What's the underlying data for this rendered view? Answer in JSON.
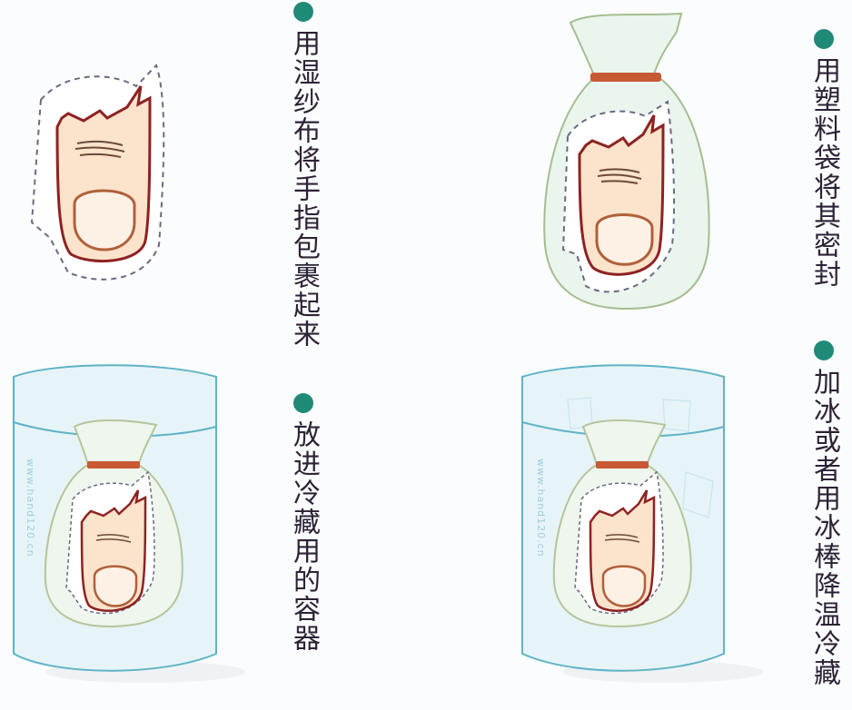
{
  "steps": [
    {
      "caption": "用湿纱布将手指包裹起来",
      "illustration": "finger-wrapped-in-gauze"
    },
    {
      "caption": "用塑料袋将其密封",
      "illustration": "wrapped-finger-sealed-in-plastic-bag"
    },
    {
      "caption": "放进冷藏用的容器",
      "illustration": "bagged-finger-in-cold-container"
    },
    {
      "caption": "加冰或者用冰棒降温冷藏",
      "illustration": "bagged-finger-in-container-with-ice"
    }
  ],
  "watermark": "www.hand120.cn",
  "colors": {
    "bullet": "#1f8a78",
    "text": "#2d2236",
    "finger_fill": "#fbe3cc",
    "finger_outline": "#8e2222",
    "bag_tie": "#c75a35",
    "bag_fill": "#eaf5ee",
    "container": "#5fb3c6"
  }
}
